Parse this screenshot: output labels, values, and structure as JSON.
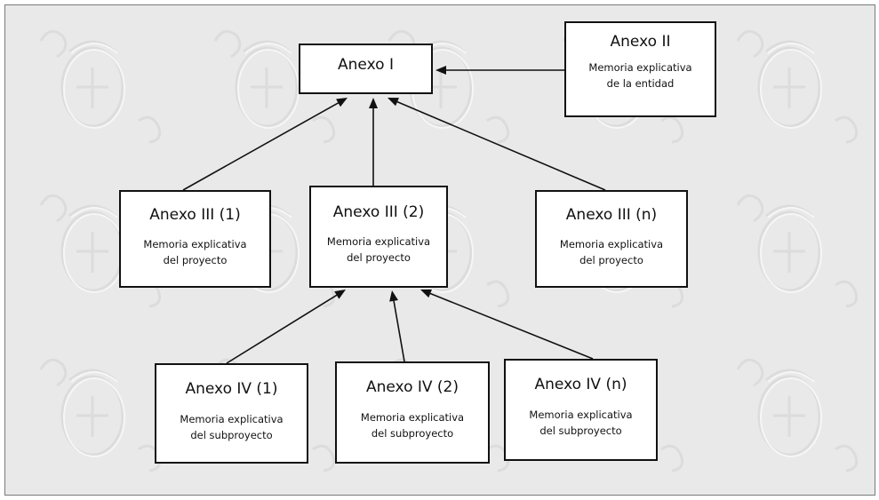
{
  "diagram": {
    "nodes": {
      "anexo_i": {
        "title": "Anexo I"
      },
      "anexo_ii": {
        "title": "Anexo II",
        "desc_line1": "Memoria explicativa",
        "desc_line2": "de la entidad"
      },
      "anexo_iii_1": {
        "title": "Anexo III (1)",
        "desc_line1": "Memoria explicativa",
        "desc_line2": "del proyecto"
      },
      "anexo_iii_2": {
        "title": "Anexo III (2)",
        "desc_line1": "Memoria explicativa",
        "desc_line2": "del proyecto"
      },
      "anexo_iii_n": {
        "title": "Anexo III (n)",
        "desc_line1": "Memoria explicativa",
        "desc_line2": "del proyecto"
      },
      "anexo_iv_1": {
        "title": "Anexo IV (1)",
        "desc_line1": "Memoria explicativa",
        "desc_line2": "del subproyecto"
      },
      "anexo_iv_2": {
        "title": "Anexo IV (2)",
        "desc_line1": "Memoria explicativa",
        "desc_line2": "del subproyecto"
      },
      "anexo_iv_n": {
        "title": "Anexo IV (n)",
        "desc_line1": "Memoria explicativa",
        "desc_line2": "del subproyecto"
      }
    },
    "edges": [
      {
        "from": "anexo_ii",
        "to": "anexo_i"
      },
      {
        "from": "anexo_iii_1",
        "to": "anexo_i"
      },
      {
        "from": "anexo_iii_2",
        "to": "anexo_i"
      },
      {
        "from": "anexo_iii_n",
        "to": "anexo_i"
      },
      {
        "from": "anexo_iv_1",
        "to": "anexo_iii_2"
      },
      {
        "from": "anexo_iv_2",
        "to": "anexo_iii_2"
      },
      {
        "from": "anexo_iv_n",
        "to": "anexo_iii_2"
      }
    ],
    "colors": {
      "background": "#e9e9e9",
      "box_fill": "#ffffff",
      "stroke": "#111111"
    }
  }
}
